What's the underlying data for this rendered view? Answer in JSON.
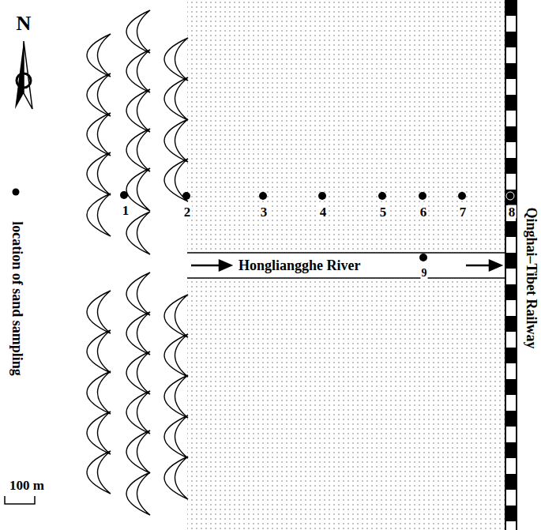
{
  "diagram": {
    "nodes": [
      {
        "text": [
          "Hongliangghe River"
        ]
      }
    ],
    "labels": [
      "N",
      "1",
      "2",
      "3",
      "4",
      "5",
      "6",
      "7",
      "8",
      "9",
      "Qinghai–Tibet Railway",
      "100 m"
    ],
    "legend": [
      {
        "text": "location of sand sampling"
      }
    ]
  }
}
